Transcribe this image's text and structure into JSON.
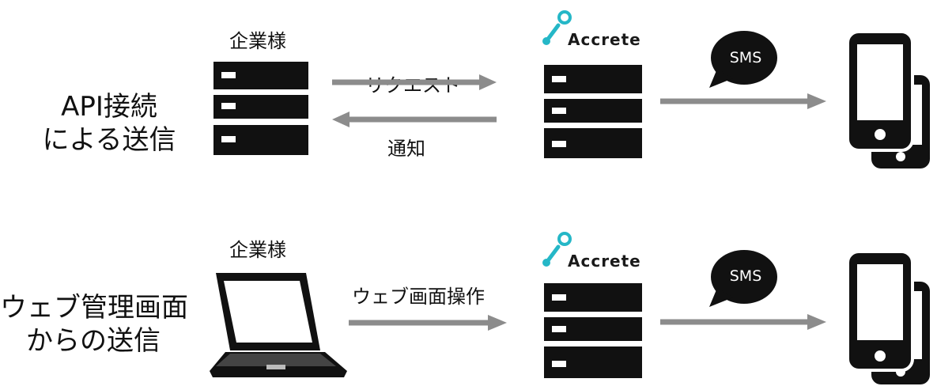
{
  "rows": [
    {
      "label_lines": [
        "API接続",
        "による送信"
      ],
      "client_label": "企業様",
      "client_icon": "server-icon",
      "forward_label": "リクエスト",
      "back_label": "通知",
      "service_name": "Accrete",
      "bubble_text": "SMS",
      "device_icon": "smartphones-icon"
    },
    {
      "label_lines": [
        "ウェブ管理画面",
        "からの送信"
      ],
      "client_label": "企業様",
      "client_icon": "laptop-icon",
      "forward_label": "ウェブ画面操作",
      "service_name": "Accrete",
      "bubble_text": "SMS",
      "device_icon": "smartphones-icon"
    }
  ],
  "colors": {
    "arrow": "#8c8c8c",
    "icon": "#111111",
    "logo_accent": "#25b7c7",
    "background": "#ffffff"
  }
}
